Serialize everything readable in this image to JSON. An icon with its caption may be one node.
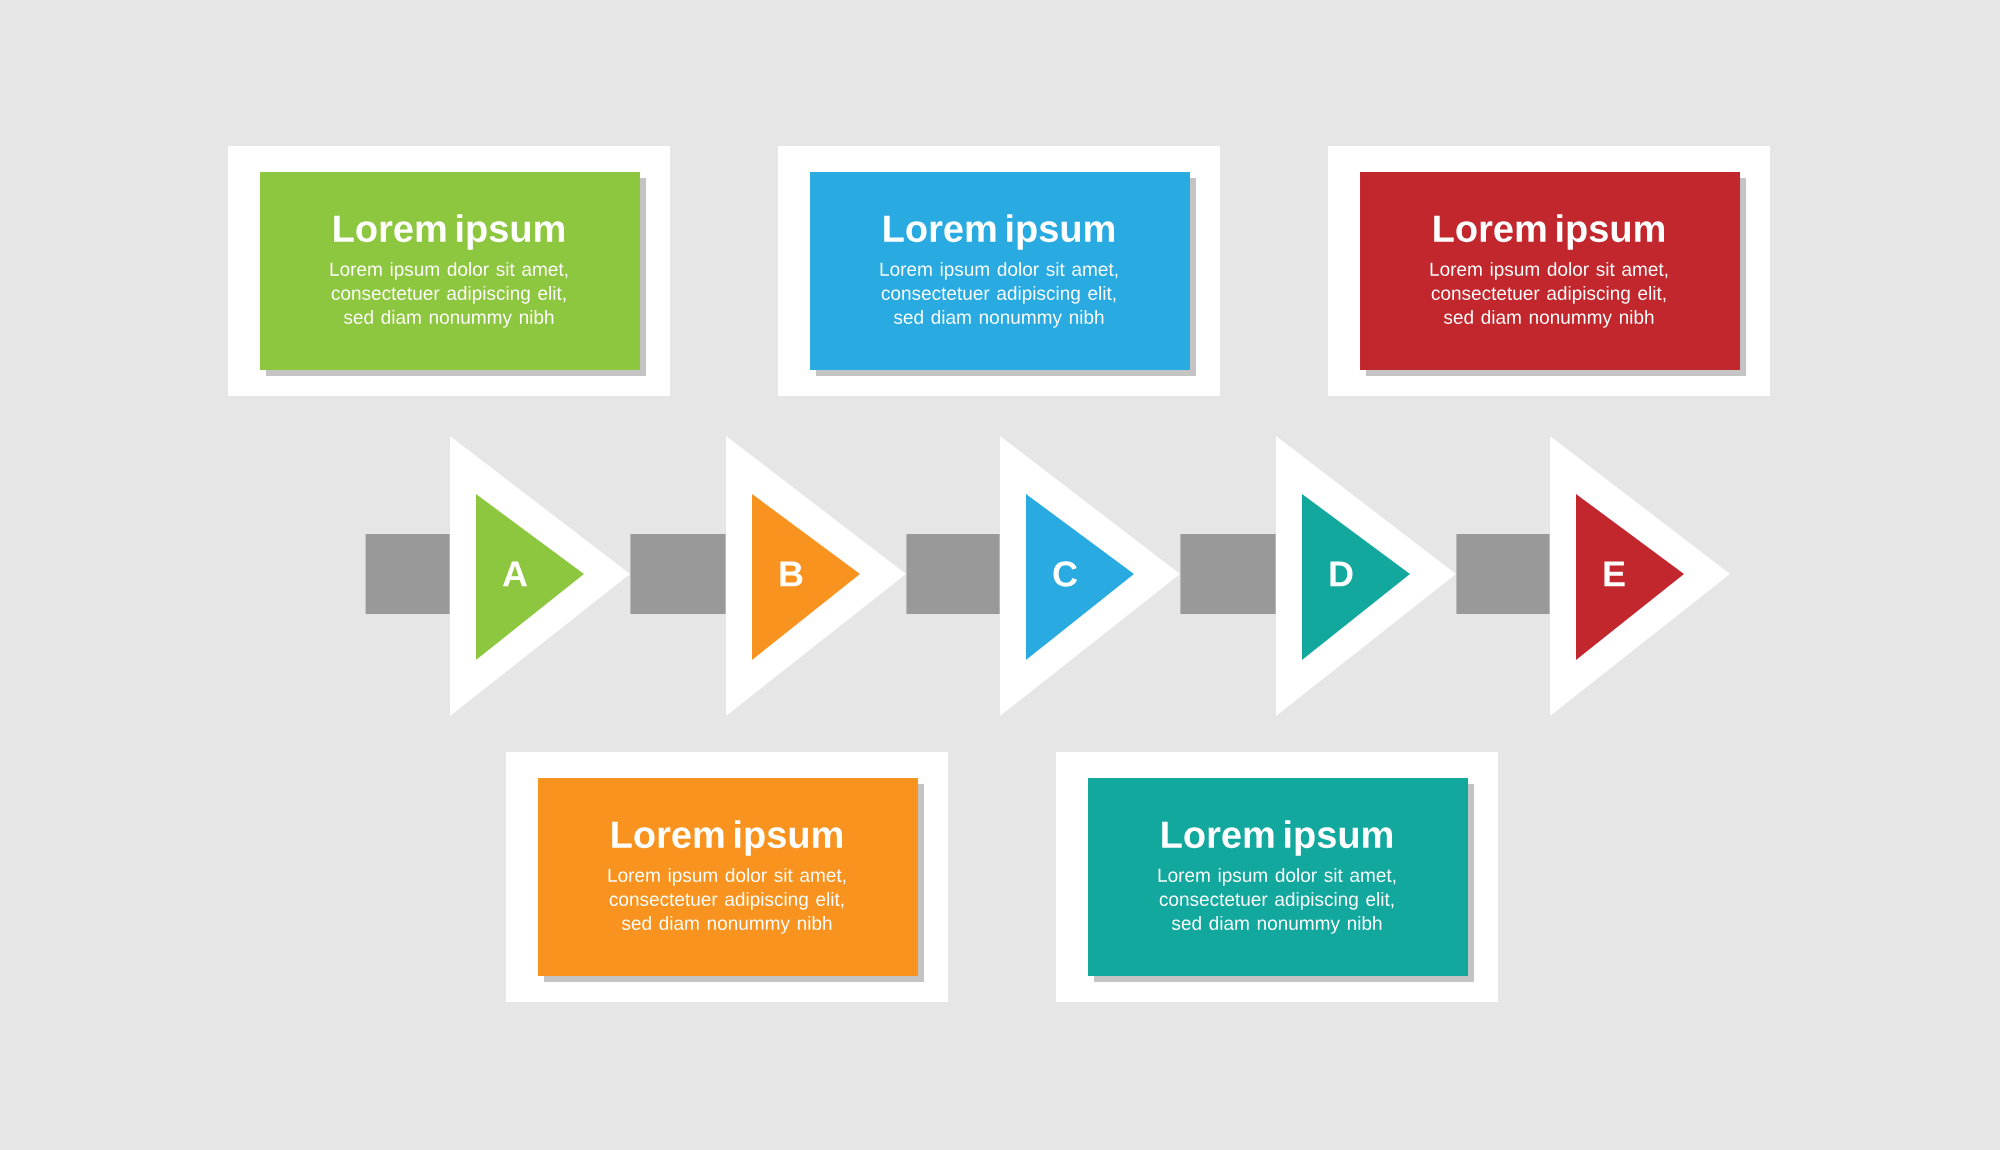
{
  "diagram": {
    "nodes": [
      {
        "text": [
          "Lorem ipsum",
          "Lorem ipsum dolor sit amet, consectetuer adipiscing elit, sed diam nonummy nibh"
        ]
      },
      {
        "text": [
          "Lorem ipsum",
          "Lorem ipsum dolor sit amet, consectetuer adipiscing elit, sed diam nonummy nibh"
        ]
      },
      {
        "text": [
          "Lorem ipsum",
          "Lorem ipsum dolor sit amet, consectetuer adipiscing elit, sed diam nonummy nibh"
        ]
      },
      {
        "text": [
          "A"
        ]
      },
      {
        "text": [
          "B"
        ]
      },
      {
        "text": [
          "C"
        ]
      },
      {
        "text": [
          "D"
        ]
      },
      {
        "text": [
          "E"
        ]
      },
      {
        "text": [
          "Lorem ipsum",
          "Lorem ipsum dolor sit amet, consectetuer adipiscing elit, sed diam nonummy nibh"
        ]
      },
      {
        "text": [
          "Lorem ipsum",
          "Lorem ipsum dolor sit amet, consectetuer adipiscing elit, sed diam nonummy nibh"
        ]
      }
    ],
    "edges": [
      {
        "from": null,
        "to": 3,
        "arrow": "none"
      },
      {
        "from": 3,
        "to": 4,
        "arrow": "none"
      },
      {
        "from": 4,
        "to": 5,
        "arrow": "none"
      },
      {
        "from": 5,
        "to": 6,
        "arrow": "none"
      },
      {
        "from": 6,
        "to": 7,
        "arrow": "none"
      }
    ]
  }
}
